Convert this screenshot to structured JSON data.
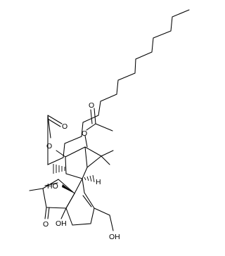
{
  "labels": {
    "o_ester": "O",
    "o_acetate": "O",
    "o_chain_carbonyl": "O",
    "o_acetyl_carbonyl": "O",
    "h_ring": "H",
    "ho_upper": "HO",
    "oh_lower": "OH",
    "o_ketone": "O",
    "oh_hydroxymethyl": "OH"
  },
  "colors": {
    "line": "#000000",
    "background": "#ffffff"
  }
}
